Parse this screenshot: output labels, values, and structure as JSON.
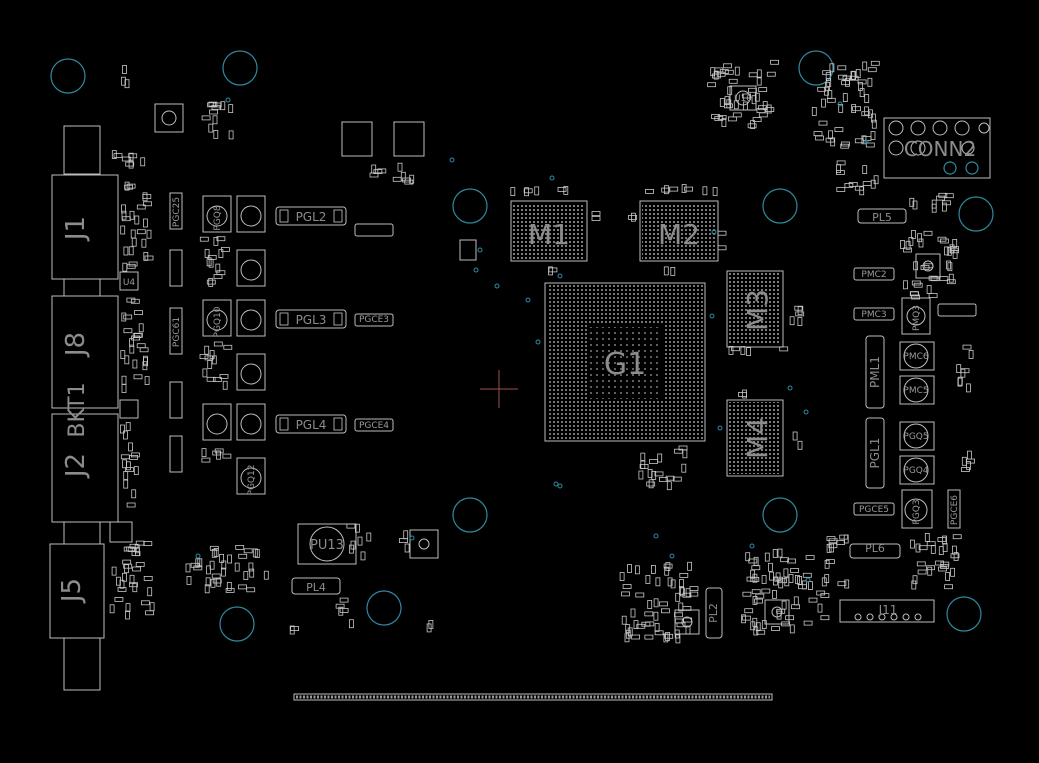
{
  "connectors": {
    "j1": "J1",
    "j8": "J8",
    "bkt1": "BKT1",
    "j2": "J2",
    "j5": "J5",
    "conn2": "CONN2",
    "j11": "J11"
  },
  "chips": {
    "m1": "M1",
    "m2": "M2",
    "m3": "M3",
    "m4": "M4",
    "g1": "G1"
  },
  "power_parts": {
    "pgl2": "PGL2",
    "pgl3": "PGL3",
    "pgl4": "PGL4",
    "pgl1": "PGL1",
    "pml1": "PML1",
    "pl5": "PL5",
    "pl6": "PL6",
    "pl4": "PL4",
    "pl2": "PL2",
    "pu13": "PU13",
    "pmc6": "PMC6",
    "pmc5": "PMC5",
    "pmc3": "PMC3",
    "pmc2": "PMC2",
    "pmq3": "PMQ3",
    "pgq4": "PGQ4",
    "pgq5": "PGQ5",
    "pgq3": "PGQ3",
    "pgce5": "PGCE5",
    "pgce6": "PGCE6",
    "pgce3": "PGCE3",
    "pgce4": "PGCE4",
    "pgc25": "PGC25",
    "pgc61": "PGC61",
    "pgq8": "PGQ8",
    "pgq10": "PGQ10",
    "pgq12": "PGQ12",
    "u4": "U4",
    "u10": "U10"
  },
  "colors": {
    "background": "#000000",
    "outline": "#bdbdbd",
    "label": "#8c8c8c",
    "mounting_hole": "#2e8aa0",
    "crosshair": "#a05050"
  }
}
